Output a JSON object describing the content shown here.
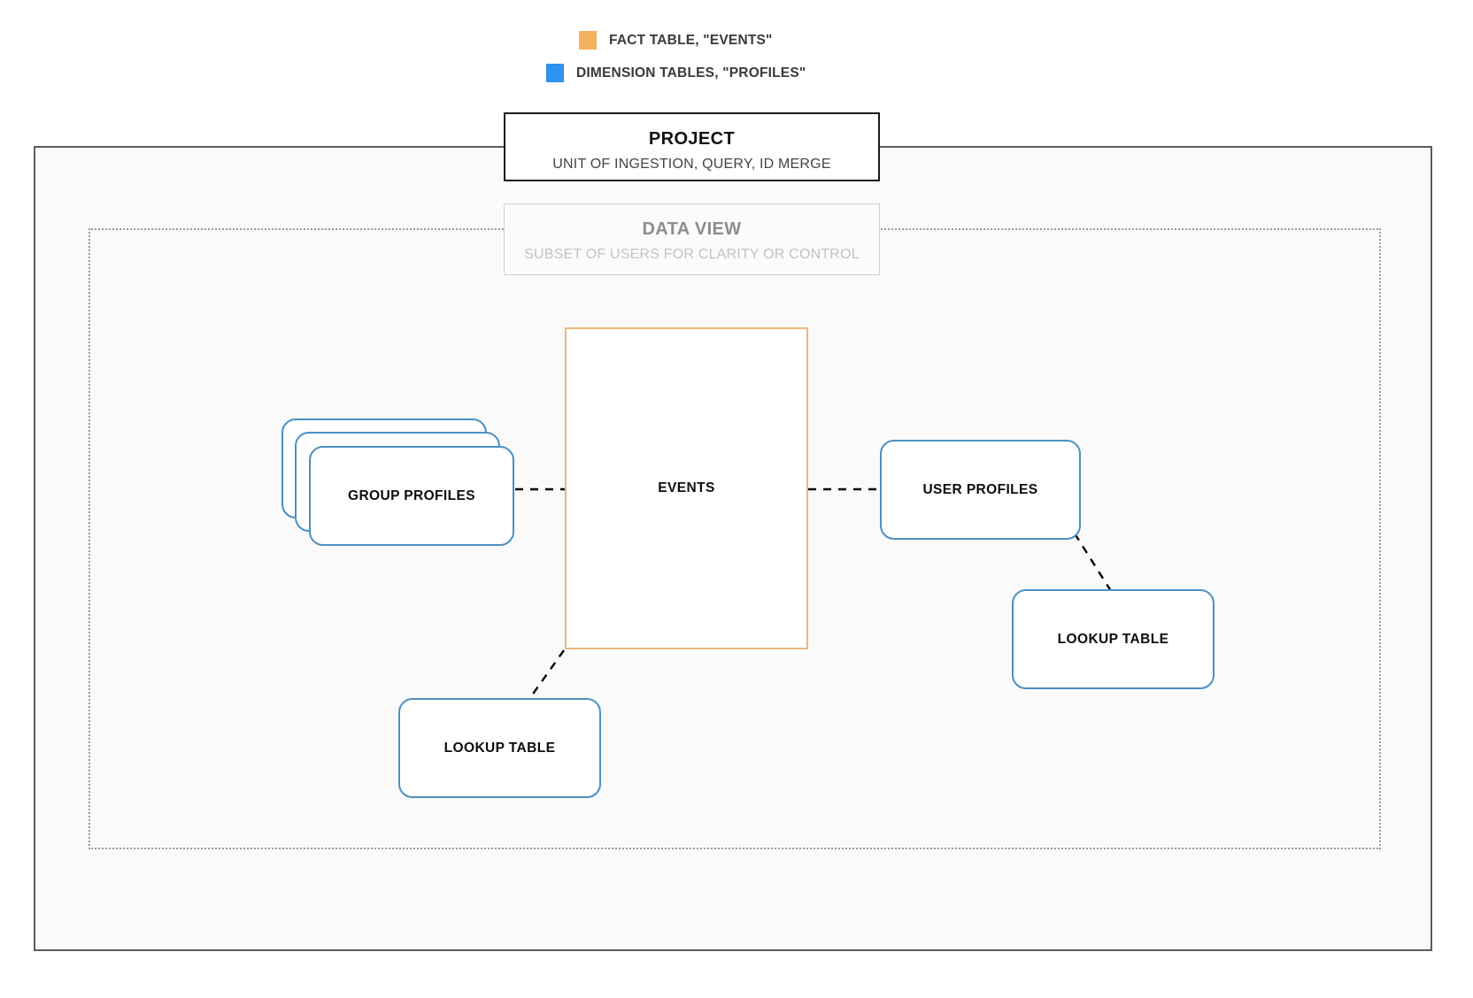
{
  "legend": {
    "items": [
      {
        "id": "fact-table",
        "label": "FACT TABLE, \"EVENTS\"",
        "color": "#f5b25e"
      },
      {
        "id": "dimension-tables",
        "label": "DIMENSION TABLES, \"PROFILES\"",
        "color": "#2f91f0"
      }
    ]
  },
  "containers": {
    "project": {
      "title": "PROJECT",
      "subtitle": "UNIT OF INGESTION, QUERY, ID MERGE",
      "border_color": "#1a1a1a"
    },
    "data_view": {
      "title": "DATA VIEW",
      "subtitle": "SUBSET OF USERS FOR CLARITY OR CONTROL",
      "border_color": "#d2d2d2"
    }
  },
  "nodes": {
    "events": {
      "label": "EVENTS",
      "type": "fact",
      "color": "#e8b97b"
    },
    "group_profiles": {
      "label": "GROUP PROFILES",
      "type": "dimension",
      "color": "#4a90c4",
      "stacked": 3
    },
    "user_profiles": {
      "label": "USER PROFILES",
      "type": "dimension",
      "color": "#4a90c4"
    },
    "lookup_right": {
      "label": "LOOKUP TABLE",
      "type": "dimension",
      "color": "#4a90c4"
    },
    "lookup_left": {
      "label": "LOOKUP TABLE",
      "type": "dimension",
      "color": "#4a90c4"
    }
  },
  "connectors": [
    {
      "id": "group-profiles-to-events",
      "from": "group_profiles",
      "to": "events",
      "style": "dashed"
    },
    {
      "id": "events-to-user-profiles",
      "from": "events",
      "to": "user_profiles",
      "style": "dashed"
    },
    {
      "id": "user-profiles-to-lookup",
      "from": "user_profiles",
      "to": "lookup_right",
      "style": "dashed"
    },
    {
      "id": "events-to-lookup",
      "from": "events",
      "to": "lookup_left",
      "style": "dashed"
    }
  ]
}
